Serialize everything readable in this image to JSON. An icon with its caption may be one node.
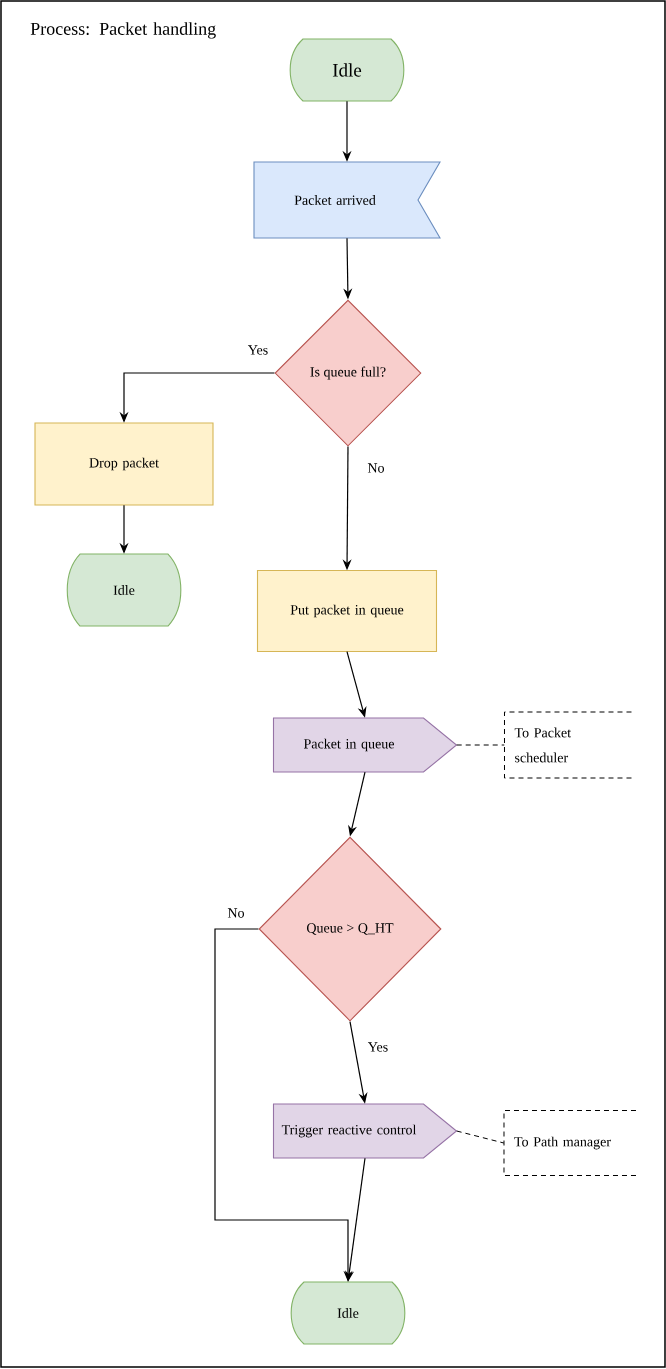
{
  "diagram": {
    "title": "Process: Packet handling",
    "nodes": [
      {
        "text": [
          "Idle"
        ]
      },
      {
        "text": [
          "Packet arrived"
        ]
      },
      {
        "text": [
          "Is queue full?"
        ]
      },
      {
        "text": [
          "Drop packet"
        ]
      },
      {
        "text": [
          "Idle"
        ]
      },
      {
        "text": [
          "Put packet in queue"
        ]
      },
      {
        "text": [
          "Packet in queue"
        ]
      },
      {
        "text": [
          "To Packet scheduler"
        ]
      },
      {
        "text": [
          "Queue > Q_HT"
        ]
      },
      {
        "text": [
          "Trigger reactive control"
        ]
      },
      {
        "text": [
          "To Path manager"
        ]
      },
      {
        "text": [
          "Idle"
        ]
      }
    ],
    "edges": [
      {
        "from": 0,
        "to": 1,
        "arrow": "to"
      },
      {
        "from": 1,
        "to": 2,
        "arrow": "to"
      },
      {
        "from": 2,
        "to": 3,
        "arrow": "to",
        "label": "Yes"
      },
      {
        "from": 3,
        "to": 4,
        "arrow": "to"
      },
      {
        "from": 2,
        "to": 5,
        "arrow": "to",
        "label": "No"
      },
      {
        "from": 5,
        "to": 6,
        "arrow": "to"
      },
      {
        "from": 6,
        "to": 7,
        "arrow": "none",
        "style": "dashed"
      },
      {
        "from": 6,
        "to": 8,
        "arrow": "to"
      },
      {
        "from": 8,
        "to": 9,
        "arrow": "to",
        "label": "Yes"
      },
      {
        "from": 8,
        "to": 11,
        "arrow": "to",
        "label": "No"
      },
      {
        "from": 9,
        "to": 11,
        "arrow": "to"
      },
      {
        "from": 9,
        "to": 10,
        "arrow": "none",
        "style": "dashed"
      }
    ]
  }
}
